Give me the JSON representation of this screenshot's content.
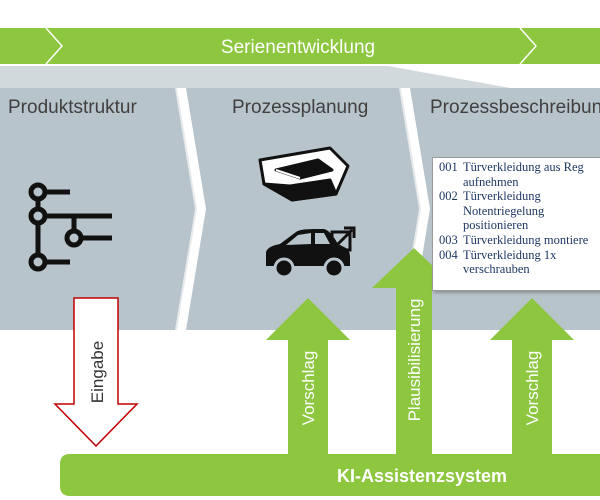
{
  "banner": {
    "label": "Serienentwicklung"
  },
  "panels": [
    {
      "title": "Produktstruktur"
    },
    {
      "title": "Prozessplanung"
    },
    {
      "title": "Prozessbeschreibun"
    }
  ],
  "icons": {
    "structure": "hierarchy-tree-icon",
    "part": "3d-part-icon",
    "vehicle": "car-external-link-icon"
  },
  "process_steps": [
    {
      "number": "001",
      "lines": [
        "Türverkleidung aus Reg",
        "aufnehmen"
      ]
    },
    {
      "number": "002",
      "lines": [
        "Türverkleidung",
        "Notentriegelung",
        "positionieren"
      ]
    },
    {
      "number": "003",
      "lines": [
        "Türverkleidung montiere"
      ]
    },
    {
      "number": "004",
      "lines": [
        "Türverkleidung 1x",
        "verschrauben"
      ]
    }
  ],
  "arrows": {
    "input": "Eingabe",
    "suggestion_left": "Vorschlag",
    "plausibility": "Plausibilisierung",
    "suggestion_right": "Vorschlag"
  },
  "ki_system": {
    "label": "KI-Assistenzsystem"
  },
  "colors": {
    "green": "#8dc63f",
    "panel": "#b8c4cb",
    "panel_top": "#d2d9dd",
    "input_arrow": "#c00000",
    "icon": "#111111"
  }
}
